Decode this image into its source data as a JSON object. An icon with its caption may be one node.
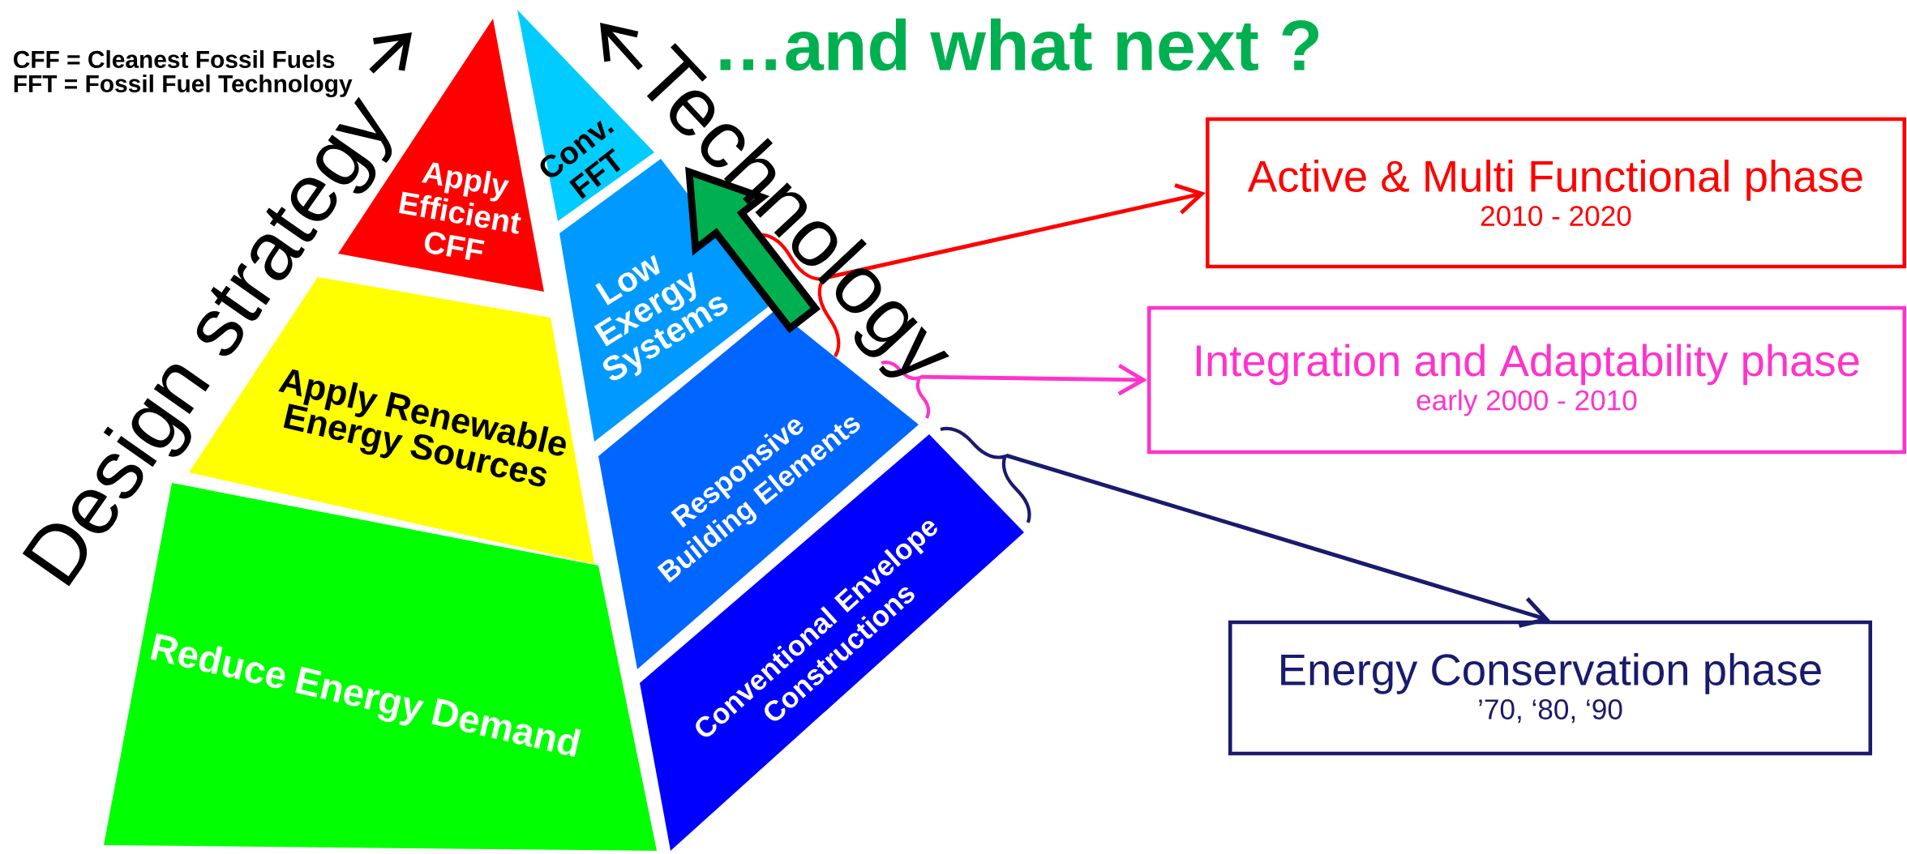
{
  "diagram": {
    "title": "…and what next ?",
    "nodes": [
      {
        "text": [
          "Apply Efficient CFF"
        ]
      },
      {
        "text": [
          "Conv. FFT"
        ]
      },
      {
        "text": [
          "Apply Renewable Energy Sources"
        ]
      },
      {
        "text": [
          "Low Exergy Systems"
        ]
      },
      {
        "text": [
          "Reduce Energy Demand"
        ]
      },
      {
        "text": [
          "Responsive Building Elements"
        ]
      },
      {
        "text": [
          "Conventional Envelope Constructions"
        ]
      },
      {
        "text": [
          "Active & Multi Functional phase",
          "2010 - 2020"
        ]
      },
      {
        "text": [
          "Integration and Adaptability phase",
          "early 2000 - 2010"
        ]
      },
      {
        "text": [
          "Energy Conservation phase",
          "’70, ‘80, ‘90"
        ]
      }
    ],
    "edges": [
      {
        "from": 3,
        "to": 7,
        "arrow": "to",
        "color": "#ff0000"
      },
      {
        "from": 5,
        "to": 8,
        "arrow": "to",
        "color": "#ff33cc"
      },
      {
        "from": 6,
        "to": 9,
        "arrow": "to",
        "color": "#1a1a6e"
      }
    ],
    "labels": [
      "CFF = Cleanest Fossil Fuels",
      "FFT = Fossil Fuel Technology",
      "Design strategy",
      "Technology"
    ]
  }
}
